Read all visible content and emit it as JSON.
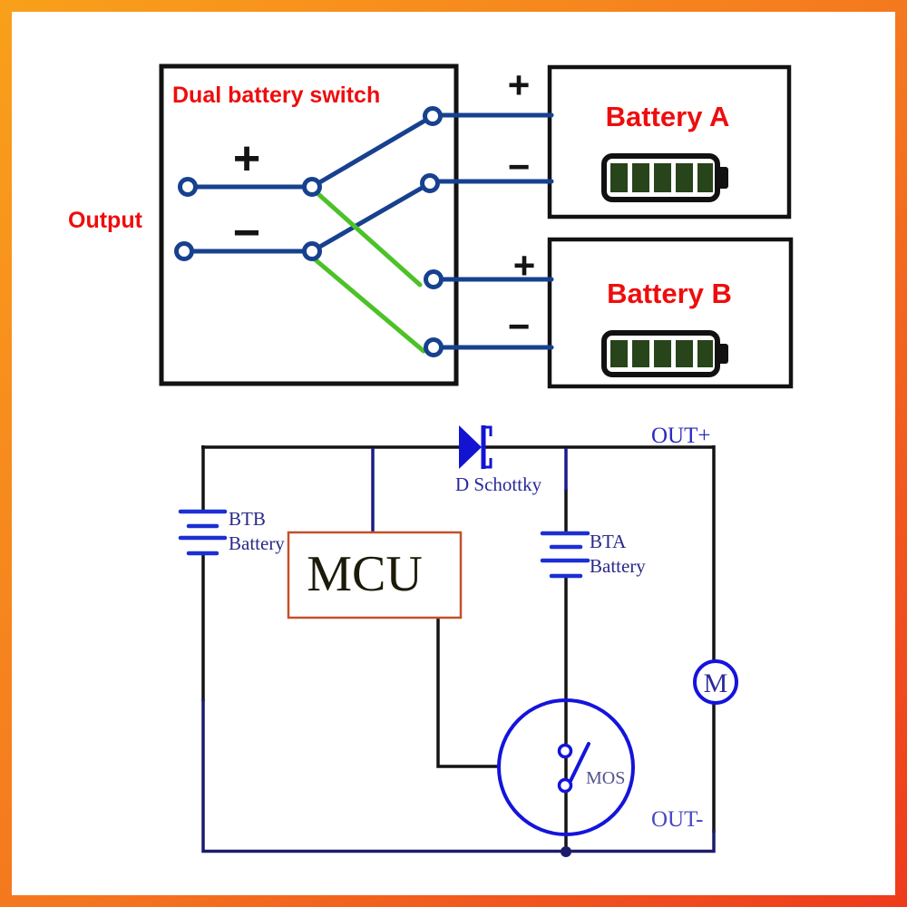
{
  "top_diagram": {
    "title": "Dual battery switch",
    "output_label": "Output",
    "plus_sign": "+",
    "minus_sign": "−",
    "battery_a_label": "Battery A",
    "battery_b_label": "Battery B"
  },
  "bottom_diagram": {
    "out_plus_label": "OUT+",
    "out_minus_label": "OUT-",
    "diode_label": "D Schottky",
    "btb_name": "BTB",
    "btb_type": "Battery",
    "bta_name": "BTA",
    "bta_type": "Battery",
    "mcu_label": "MCU",
    "mos_label": "MOS",
    "motor_label": "M"
  },
  "colors": {
    "frame_orange_top": "#f8991c",
    "frame_orange_bottom": "#ee3c1c",
    "label_red": "#ee0d0d",
    "switch_blue": "#17418f",
    "switch_green": "#4cc228",
    "wire_black": "#141414",
    "wire_navy": "#1c1c6e",
    "schematic_blue": "#1414d8",
    "plate_blue": "#1c2fd4",
    "mcu_border": "#c4502a",
    "navy_text": "#28288a",
    "battery_bar_green": "#27441b"
  }
}
